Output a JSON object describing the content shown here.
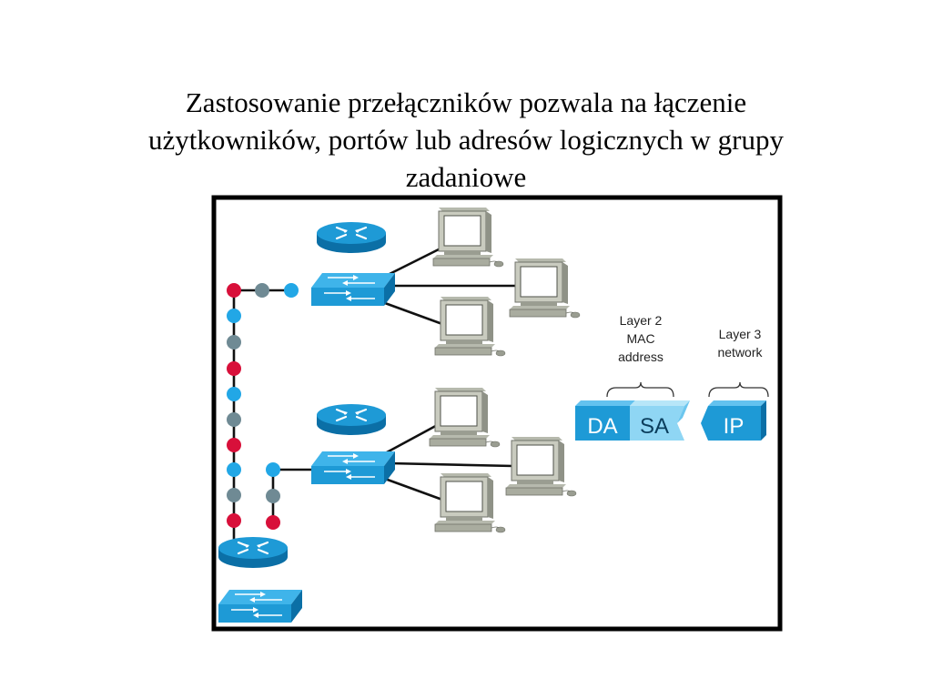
{
  "slide": {
    "title_lines": [
      "Zastosowanie przełączników pozwala na łączenie",
      "użytkowników, portów lub adresów logicznych w grupy",
      "zadaniowe"
    ]
  },
  "diagram": {
    "layer2": {
      "line1": "Layer 2",
      "line2": "MAC",
      "line3": "address"
    },
    "layer3": {
      "line1": "Layer 3",
      "line2": "network"
    },
    "fields": {
      "da": "DA",
      "sa": "SA",
      "ip": "IP"
    }
  },
  "colors": {
    "device_blue": "#1e9ad6",
    "device_dark": "#0b6fa6",
    "node_red": "#d8103a",
    "node_gray": "#6f8a94",
    "node_blue": "#22a7e6",
    "field_blue": "#1e9ad6",
    "field_light": "#8fd6f4"
  }
}
